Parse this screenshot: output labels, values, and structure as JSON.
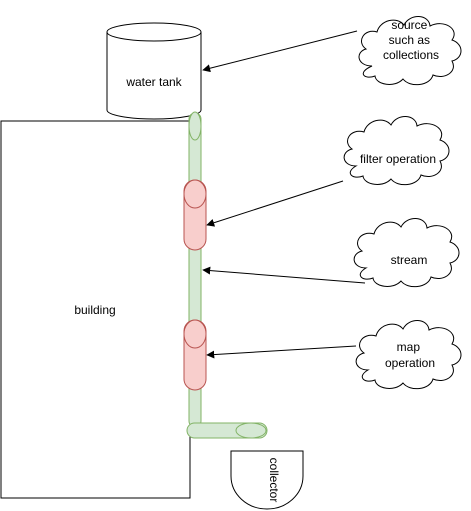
{
  "nodes": {
    "water_tank": {
      "label": "water tank"
    },
    "building": {
      "label": "building"
    },
    "collector": {
      "label": "collector"
    }
  },
  "callouts": {
    "source": {
      "lines": [
        "source",
        "such as",
        "collections"
      ]
    },
    "filter": {
      "lines": [
        "filter operation"
      ]
    },
    "stream": {
      "lines": [
        "stream"
      ]
    },
    "map": {
      "lines": [
        "map",
        "operation"
      ]
    }
  },
  "colors": {
    "pipe_fill": "#d5e8d4",
    "pipe_stroke": "#82b366",
    "operation_fill": "#f8cecc",
    "operation_stroke": "#b85450",
    "line": "#000000",
    "background": "#ffffff"
  }
}
